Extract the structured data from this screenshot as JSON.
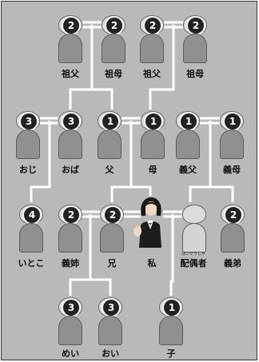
{
  "people": {
    "gf_p": {
      "label": "祖父",
      "degree": "2"
    },
    "gm_p": {
      "label": "祖母",
      "degree": "2"
    },
    "gf_m": {
      "label": "祖父",
      "degree": "2"
    },
    "gm_m": {
      "label": "祖母",
      "degree": "2"
    },
    "uncle": {
      "label": "おじ",
      "degree": "3"
    },
    "aunt": {
      "label": "おば",
      "degree": "3"
    },
    "father": {
      "label": "父",
      "degree": "1"
    },
    "mother": {
      "label": "母",
      "degree": "1"
    },
    "fil": {
      "label": "義父",
      "degree": "1"
    },
    "mil": {
      "label": "義母",
      "degree": "1"
    },
    "cousin": {
      "label": "いとこ",
      "degree": "4"
    },
    "sil": {
      "label": "義姉",
      "degree": "2"
    },
    "brother": {
      "label": "兄",
      "degree": "2"
    },
    "me": {
      "label": "私"
    },
    "spouse": {
      "label": "配偶者",
      "ruby": "はいぐうしゃ"
    },
    "bil": {
      "label": "義弟",
      "degree": "2"
    },
    "niece": {
      "label": "めい",
      "degree": "3"
    },
    "nephew": {
      "label": "おい",
      "degree": "3"
    },
    "child": {
      "label": "子",
      "degree": "1"
    }
  }
}
